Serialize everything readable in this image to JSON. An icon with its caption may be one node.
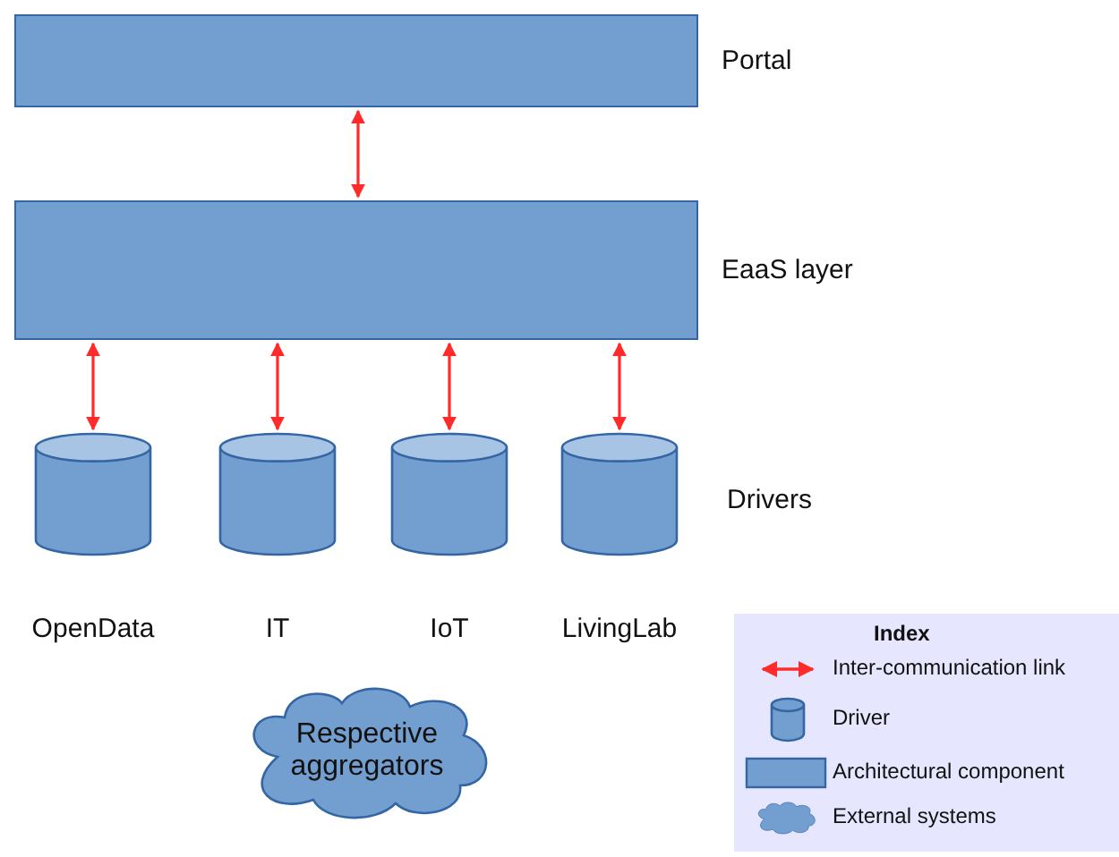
{
  "diagram": {
    "nodes": [
      {
        "text": [
          "Portal"
        ]
      },
      {
        "text": [
          "EaaS layer"
        ]
      },
      {
        "text": [
          "OpenData"
        ]
      },
      {
        "text": [
          "IT"
        ]
      },
      {
        "text": [
          "IoT"
        ]
      },
      {
        "text": [
          "LivingLab"
        ]
      },
      {
        "text": [
          "Respective aggregators"
        ]
      }
    ],
    "edges": [
      {
        "from": 0,
        "to": 1,
        "arrow": "both"
      },
      {
        "from": 1,
        "to": 2,
        "arrow": "both"
      },
      {
        "from": 1,
        "to": 3,
        "arrow": "both"
      },
      {
        "from": 1,
        "to": 4,
        "arrow": "both"
      },
      {
        "from": 1,
        "to": 5,
        "arrow": "both"
      }
    ],
    "labels": [
      "Drivers",
      "Index"
    ],
    "legend": [
      {
        "text": "Inter-communication link"
      },
      {
        "text": "Driver"
      },
      {
        "text": "Architectural component"
      },
      {
        "text": "External systems"
      }
    ]
  }
}
